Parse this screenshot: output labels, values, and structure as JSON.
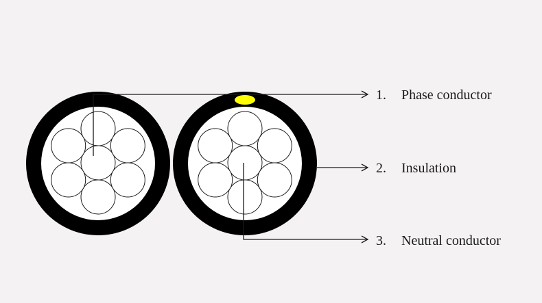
{
  "labels": [
    {
      "number": "1.",
      "text": "Phase conductor"
    },
    {
      "number": "2.",
      "text": "Insulation"
    },
    {
      "number": "3.",
      "text": "Neutral conductor"
    }
  ],
  "colors": {
    "background": "#f4f2f3",
    "insulation": "#000000",
    "strand_fill": "#ffffff",
    "strand_stroke": "#1a1a1a",
    "marker": "#ffff00",
    "leader": "#1a1a1a"
  }
}
